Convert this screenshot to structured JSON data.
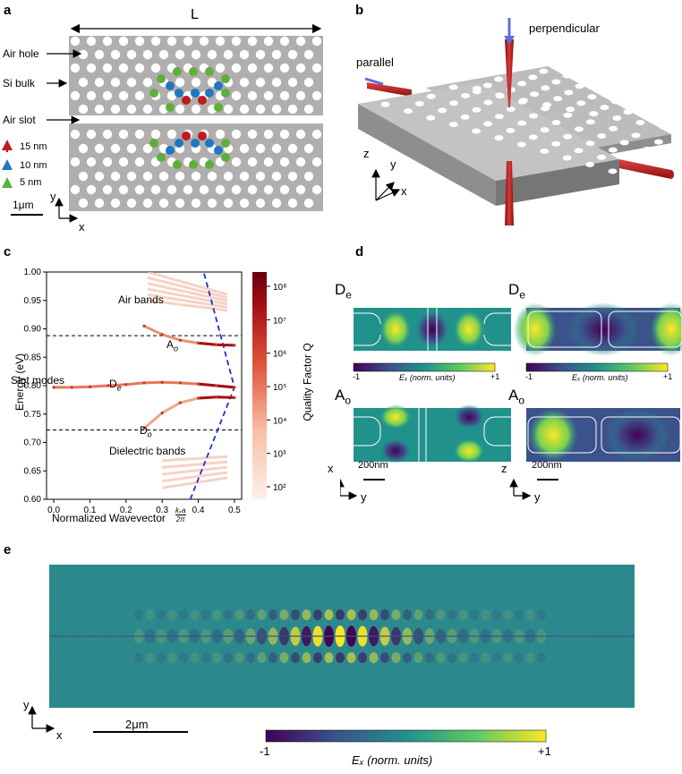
{
  "panels": {
    "a": "a",
    "b": "b",
    "c": "c",
    "d": "d",
    "e": "e"
  },
  "panel_a": {
    "length_label": "L",
    "air_hole": "Air hole",
    "si_bulk": "Si bulk",
    "air_slot": "Air slot",
    "legend": [
      {
        "text": "15 nm",
        "color": "#c0191f"
      },
      {
        "text": "10 nm",
        "color": "#1f77c4"
      },
      {
        "text": "5 nm",
        "color": "#5fae3a"
      }
    ],
    "scale": "1μm",
    "axis_y": "y",
    "axis_x": "x"
  },
  "panel_b": {
    "perpendicular": "perpendicular",
    "parallel": "parallel",
    "axis_z": "z",
    "axis_y": "y",
    "axis_x": "x"
  },
  "panel_c": {
    "ylabel": "Energy (eV)",
    "xlabel": "Normalized Wavevector",
    "xlabel_frac_num": "kₓa",
    "xlabel_frac_den": "2π",
    "air_bands": "Air bands",
    "slot_modes": "Slot modes",
    "dielectric_bands": "Dielectric bands",
    "ao": "A",
    "ao_sub": "o",
    "de": "D",
    "de_sub": "e",
    "do": "D",
    "do_sub": "o",
    "colorbar_label": "Quality Factor Q",
    "colorbar_ticks": [
      "10⁸",
      "10⁷",
      "10⁶",
      "10⁵",
      "10⁴",
      "10³",
      "10²"
    ],
    "yticks": [
      "1.00",
      "0.95",
      "0.90",
      "0.85",
      "0.80",
      "0.75",
      "0.70",
      "0.65",
      "0.60"
    ],
    "xticks": [
      "0.0",
      "0.1",
      "0.2",
      "0.3",
      "0.4",
      "0.5"
    ]
  },
  "panel_d": {
    "de_left": "D",
    "de_left_sub": "e",
    "de_right": "D",
    "de_right_sub": "e",
    "ao_left": "A",
    "ao_left_sub": "o",
    "ao_right": "A",
    "ao_right_sub": "o",
    "cb_min": "-1",
    "cb_max": "+1",
    "cb_label": "Eₓ (norm. units)",
    "scale": "200nm",
    "axis_x": "x",
    "axis_y": "y",
    "axis_z": "z"
  },
  "panel_e": {
    "scale": "2μm",
    "cb_min": "-1",
    "cb_max": "+1",
    "cb_label": "Eₓ (norm. units)",
    "axis_y": "y",
    "axis_x": "x"
  },
  "chart_data": {
    "type": "scatter",
    "title": "",
    "xlabel": "Normalized Wavevector kₓa/2π",
    "ylabel": "Energy (eV)",
    "xlim": [
      -0.02,
      0.52
    ],
    "ylim": [
      0.6,
      1.0
    ],
    "grid": false,
    "series": [
      {
        "name": "Dₑ",
        "x": [
          0.0,
          0.05,
          0.1,
          0.15,
          0.2,
          0.25,
          0.3,
          0.35,
          0.4,
          0.45,
          0.5
        ],
        "values": [
          0.797,
          0.797,
          0.798,
          0.8,
          0.802,
          0.805,
          0.806,
          0.805,
          0.803,
          0.8,
          0.797
        ]
      },
      {
        "name": "Dₒ",
        "x": [
          0.25,
          0.3,
          0.35,
          0.4,
          0.45,
          0.5
        ],
        "values": [
          0.725,
          0.752,
          0.77,
          0.778,
          0.78,
          0.779
        ]
      },
      {
        "name": "Aₒ",
        "x": [
          0.25,
          0.3,
          0.35,
          0.4,
          0.45,
          0.5
        ],
        "values": [
          0.905,
          0.89,
          0.88,
          0.875,
          0.872,
          0.871
        ]
      }
    ],
    "reference_lines": [
      0.888,
      0.722
    ],
    "light_line": {
      "x": [
        0.378,
        0.5,
        0.415
      ],
      "y": [
        0.6,
        0.797,
        1.0
      ]
    },
    "colorbar": {
      "label": "Quality Factor Q",
      "scale": "log",
      "range": [
        50,
        300000000
      ]
    }
  }
}
